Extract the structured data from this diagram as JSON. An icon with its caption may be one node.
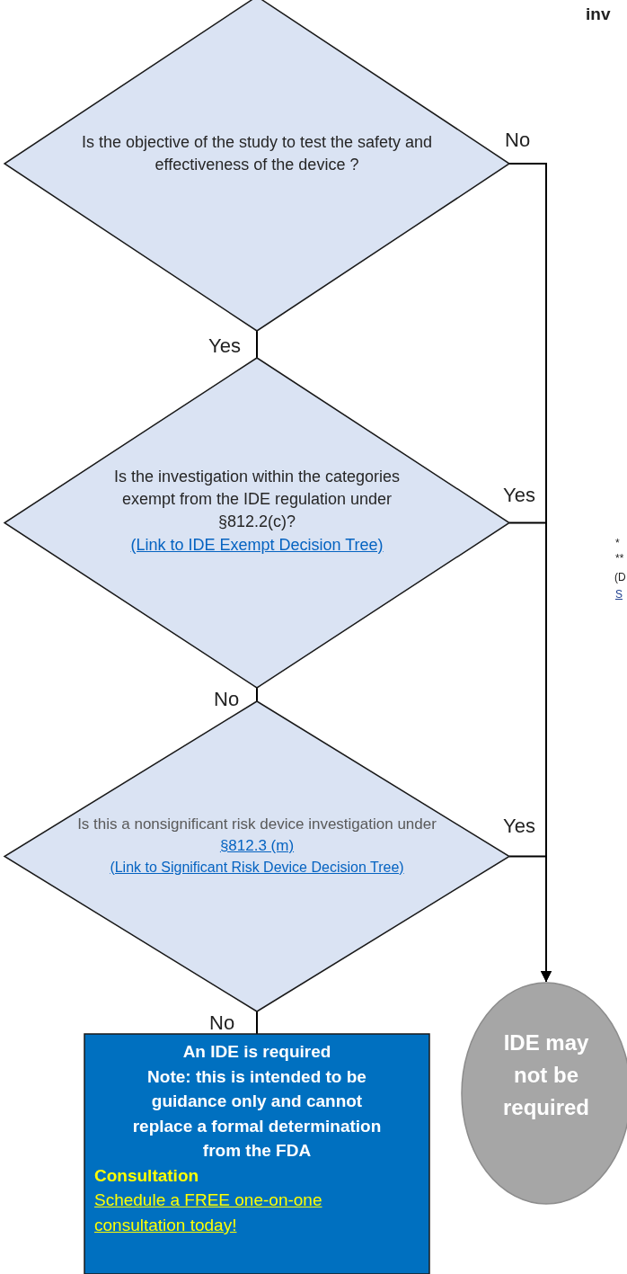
{
  "diagram": {
    "nodes": [
      {
        "text": [
          "Is the objective of the study to test the safety and effectiveness of the device ?"
        ]
      },
      {
        "text": [
          "Is the investigation within the categories exempt from the IDE regulation under §812.2(c)?",
          "(Link to IDE Exempt Decision Tree)"
        ]
      },
      {
        "text": [
          "Is this a nonsignificant risk device investigation under",
          "§812.3 (m)",
          "(Link to Significant Risk Device Decision Tree)"
        ]
      },
      {
        "text": [
          "An IDE is required",
          "Note: this is intended to be guidance only and cannot replace a formal determination from the FDA",
          "Consultation",
          "Schedule a FREE one-on-one consultation today!"
        ]
      },
      {
        "text": [
          "IDE may not be required"
        ]
      }
    ],
    "edges": [
      {
        "from": 0,
        "to": 1,
        "arrow": "none",
        "label": "Yes"
      },
      {
        "from": 1,
        "to": 2,
        "arrow": "none",
        "label": "No"
      },
      {
        "from": 2,
        "to": 3,
        "arrow": "none",
        "label": "No"
      },
      {
        "from": 0,
        "to": 4,
        "arrow": "to",
        "label": "No"
      },
      {
        "from": 1,
        "to": 4,
        "arrow": "to",
        "label": "Yes"
      },
      {
        "from": 2,
        "to": 4,
        "arrow": "to",
        "label": "Yes"
      }
    ],
    "labels": [
      "inv",
      "*",
      "**",
      "(D",
      "S"
    ]
  }
}
